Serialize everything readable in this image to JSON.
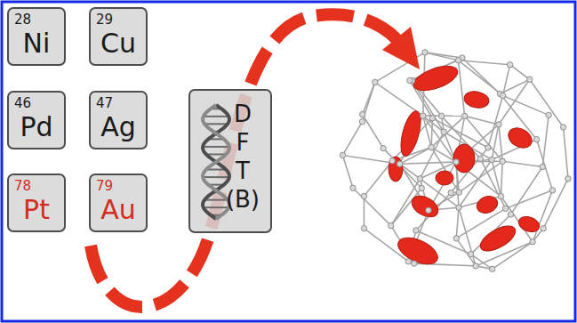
{
  "diagram": {
    "nodes": [
      {
        "text": [
          "28",
          "Ni"
        ]
      },
      {
        "text": [
          "29",
          "Cu"
        ]
      },
      {
        "text": [
          "46",
          "Pd"
        ]
      },
      {
        "text": [
          "47",
          "Ag"
        ]
      },
      {
        "text": [
          "78",
          "Pt"
        ]
      },
      {
        "text": [
          "79",
          "Au"
        ]
      },
      {
        "text": [
          "D F T (B)"
        ]
      }
    ]
  }
}
